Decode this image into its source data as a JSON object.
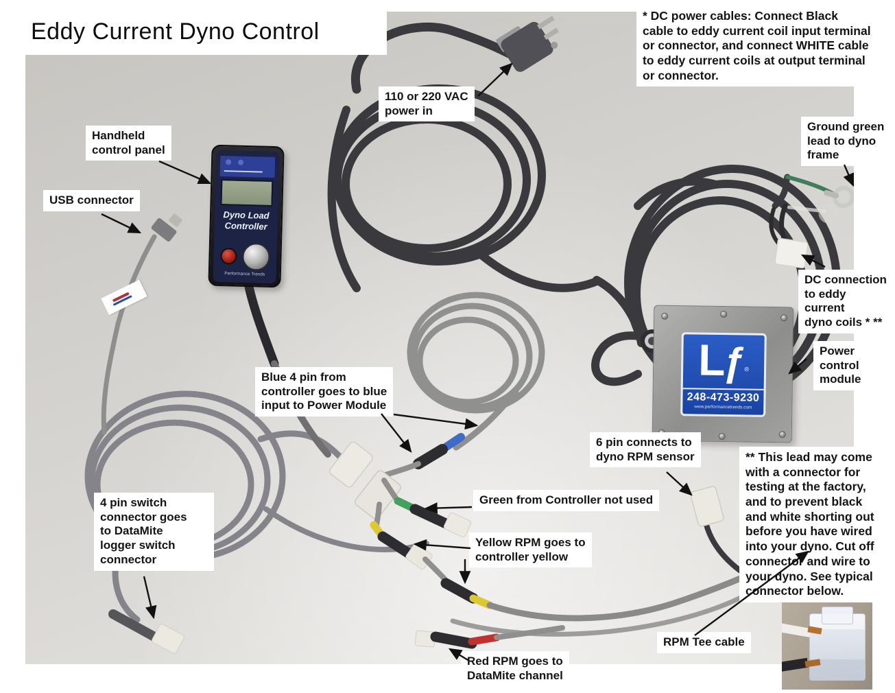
{
  "title": "Eddy Current Dyno Control",
  "notes": {
    "dc_power_cables": "* DC power cables:  Connect Black\ncable to eddy current coil input terminal\nor connector, and connect WHITE cable\nto eddy current coils at output terminal\nor connector.",
    "factory_lead": "**  This lead may come\nwith a connector for\ntesting at the factory,\nand to prevent black\nand white shorting out\nbefore you have wired\ninto your dyno.  Cut off\nconnector and wire to\nyour dyno.  See typical\nconnector below."
  },
  "labels": {
    "vac_power": "110 or 220 VAC\npower in",
    "handheld": "Handheld\ncontrol panel",
    "usb": "USB connector",
    "ground": "Ground green\nlead to dyno\nframe",
    "dc_connection": "DC connection\nto eddy current\ndyno coils *  **",
    "power_module": "Power\ncontrol\nmodule",
    "blue_4pin": "Blue 4 pin from\ncontroller goes to blue\ninput to Power Module",
    "six_pin": "6 pin connects to\ndyno RPM sensor",
    "green_not_used": "Green from Controller not used",
    "yellow_rpm": "Yellow RPM goes to\ncontroller yellow",
    "four_pin_switch": "4 pin switch\nconnector goes\nto DataMite\nlogger switch\nconnector",
    "rpm_tee": "RPM Tee cable",
    "red_rpm": "Red RPM goes to\nDataMite channel"
  },
  "devices": {
    "controller": {
      "screen_title": "Dyno Load\nController",
      "brand": "Performance Trends"
    },
    "power_module": {
      "logo_l": "L",
      "logo_f": "ƒ",
      "logo_reg": "®",
      "phone": "248-473-9230",
      "url": "www.performancetrends.com"
    }
  },
  "colors": {
    "label_bg": "#ffffff",
    "text": "#141414",
    "photo_bg": "#d6d4d0",
    "cable_black": "#3a3a3e",
    "cable_gray": "#8f8f8d",
    "band_blue": "#3f6cc7",
    "band_green": "#44a05e",
    "band_yellow": "#dcc832",
    "band_red": "#c23030",
    "sticker_blue": "#1e4db0",
    "controller_panel": "#2d3f96",
    "lcd_green": "#97a188"
  }
}
